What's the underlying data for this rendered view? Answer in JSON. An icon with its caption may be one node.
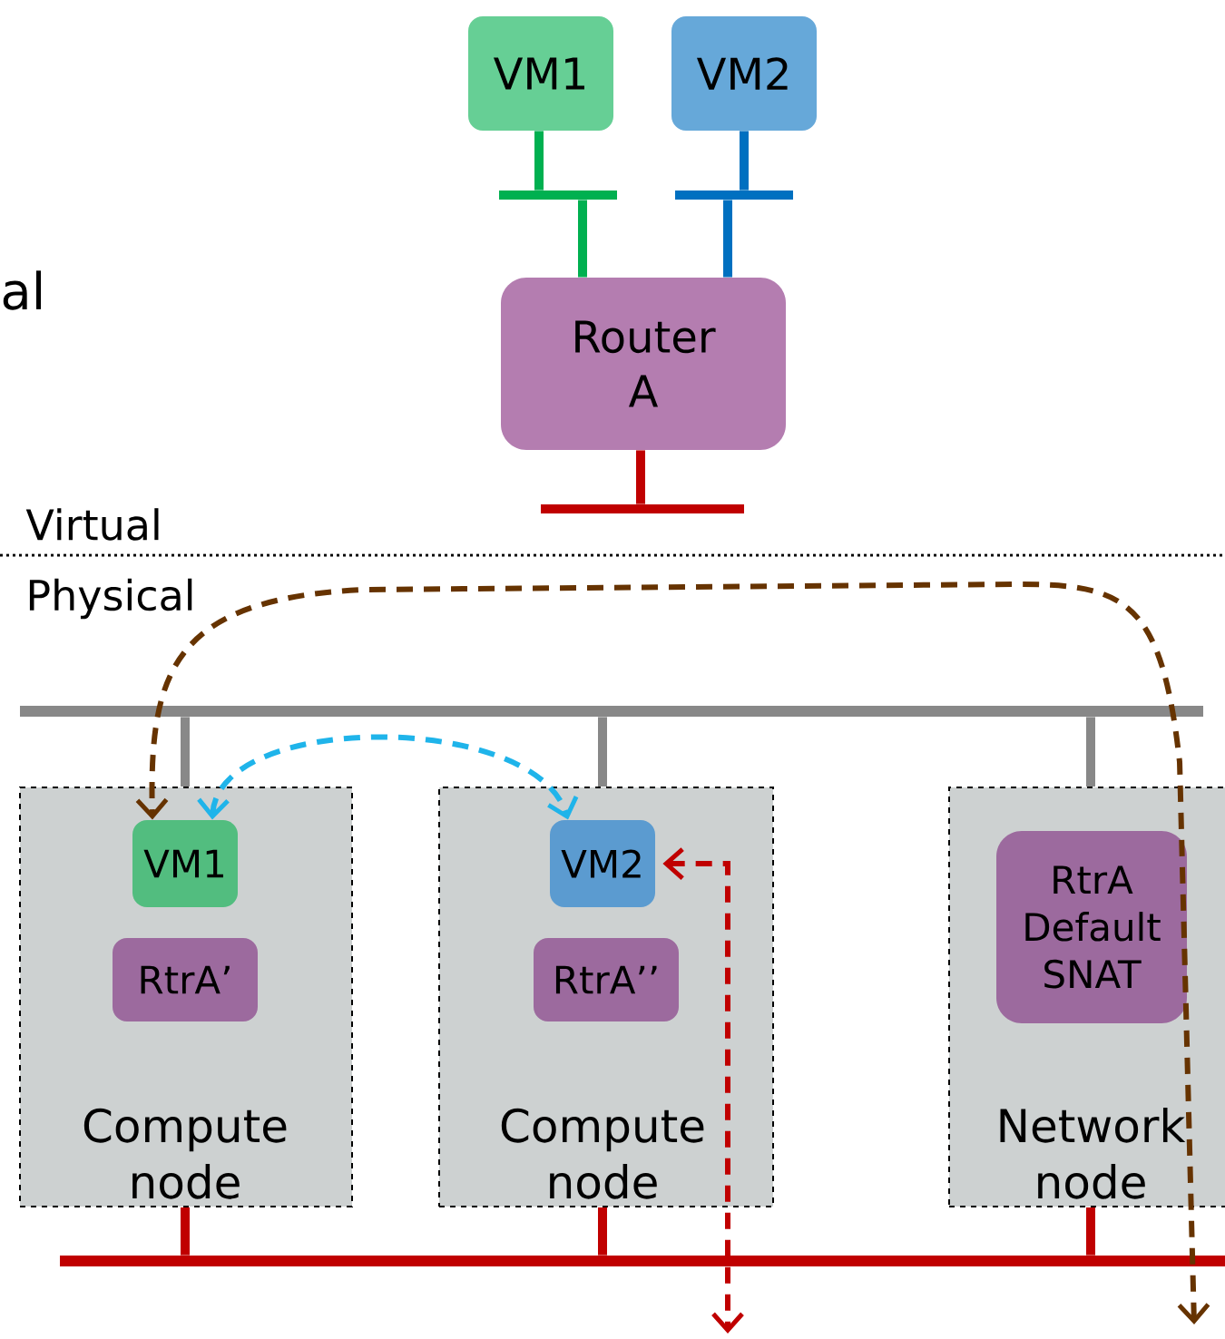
{
  "diagram": {
    "nodes": [
      {
        "text": [
          "VM1"
        ]
      },
      {
        "text": [
          "VM2"
        ]
      },
      {
        "text": [
          "Router A"
        ]
      },
      {
        "text": [
          "Compute node"
        ]
      },
      {
        "text": [
          "VM1"
        ],
        "in": 3
      },
      {
        "text": [
          "RtrA’"
        ],
        "in": 3
      },
      {
        "text": [
          "Compute node"
        ]
      },
      {
        "text": [
          "VM2"
        ],
        "in": 6
      },
      {
        "text": [
          "RtrA’’"
        ],
        "in": 6
      },
      {
        "text": [
          "Network node"
        ]
      },
      {
        "text": [
          "RtrA Default SNAT"
        ],
        "in": 9
      },
      {
        "text": [],
        "shape": "bar"
      },
      {
        "text": [],
        "shape": "bar"
      },
      {
        "text": [],
        "shape": "bar"
      },
      {
        "text": [],
        "shape": "bar"
      },
      {
        "text": [],
        "shape": "bar"
      }
    ],
    "edges": [
      {
        "from": 0,
        "to": 11,
        "arrow": "none",
        "color": "#00b050"
      },
      {
        "from": 11,
        "to": 2,
        "arrow": "none",
        "color": "#00b050"
      },
      {
        "from": 1,
        "to": 12,
        "arrow": "none",
        "color": "#0070c0"
      },
      {
        "from": 12,
        "to": 2,
        "arrow": "none",
        "color": "#0070c0"
      },
      {
        "from": 2,
        "to": 13,
        "arrow": "none",
        "color": "#c00000"
      },
      {
        "from": 14,
        "to": 3,
        "arrow": "none",
        "color": "#888888"
      },
      {
        "from": 14,
        "to": 6,
        "arrow": "none",
        "color": "#888888"
      },
      {
        "from": 14,
        "to": 9,
        "arrow": "none",
        "color": "#888888"
      },
      {
        "from": 3,
        "to": 15,
        "arrow": "none",
        "color": "#c00000"
      },
      {
        "from": 6,
        "to": 15,
        "arrow": "none",
        "color": "#c00000"
      },
      {
        "from": 9,
        "to": 15,
        "arrow": "none",
        "color": "#c00000"
      },
      {
        "from": 4,
        "to": 7,
        "arrow": "both",
        "style": "dashed",
        "color": "#1fb4ea"
      },
      {
        "from": null,
        "to": 4,
        "arrow": "both",
        "style": "dashed",
        "color": "#663300"
      },
      {
        "from": 7,
        "to": null,
        "arrow": "both",
        "style": "dashed",
        "color": "#c00000"
      }
    ],
    "labels": [
      "al",
      "Virtual",
      "Physical"
    ]
  }
}
